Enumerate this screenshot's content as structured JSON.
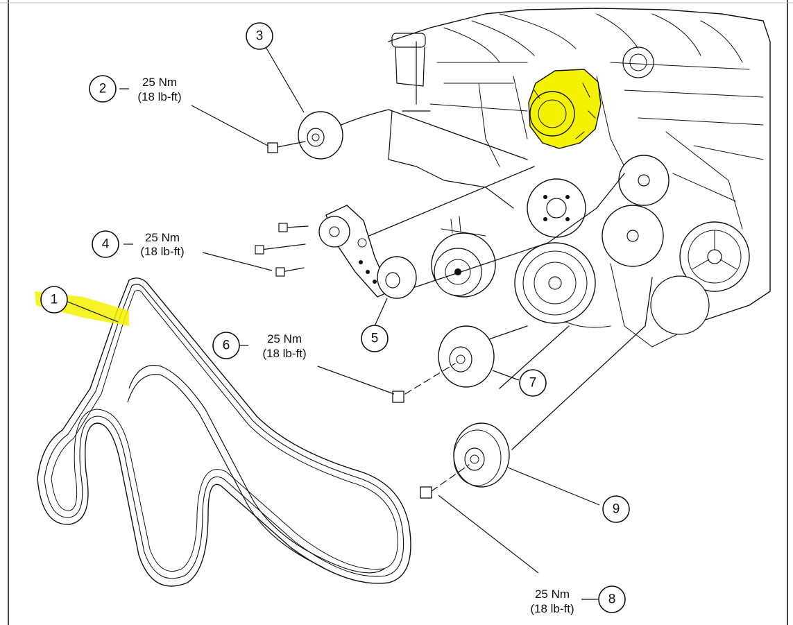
{
  "callouts": [
    {
      "id": "1",
      "label": "1"
    },
    {
      "id": "2",
      "label": "2"
    },
    {
      "id": "3",
      "label": "3"
    },
    {
      "id": "4",
      "label": "4"
    },
    {
      "id": "5",
      "label": "5"
    },
    {
      "id": "6",
      "label": "6"
    },
    {
      "id": "7",
      "label": "7"
    },
    {
      "id": "8",
      "label": "8"
    },
    {
      "id": "9",
      "label": "9"
    }
  ],
  "torque_specs": {
    "spec_2": {
      "nm": "25 Nm",
      "lbft": "(18 lb-ft)"
    },
    "spec_4": {
      "nm": "25 Nm",
      "lbft": "(18 lb-ft)"
    },
    "spec_6": {
      "nm": "25 Nm",
      "lbft": "(18 lb-ft)"
    },
    "spec_8": {
      "nm": "25 Nm",
      "lbft": "(18 lb-ft)"
    }
  },
  "colors": {
    "highlight": "#f5f200",
    "ink": "#111111",
    "background": "#ffffff"
  }
}
